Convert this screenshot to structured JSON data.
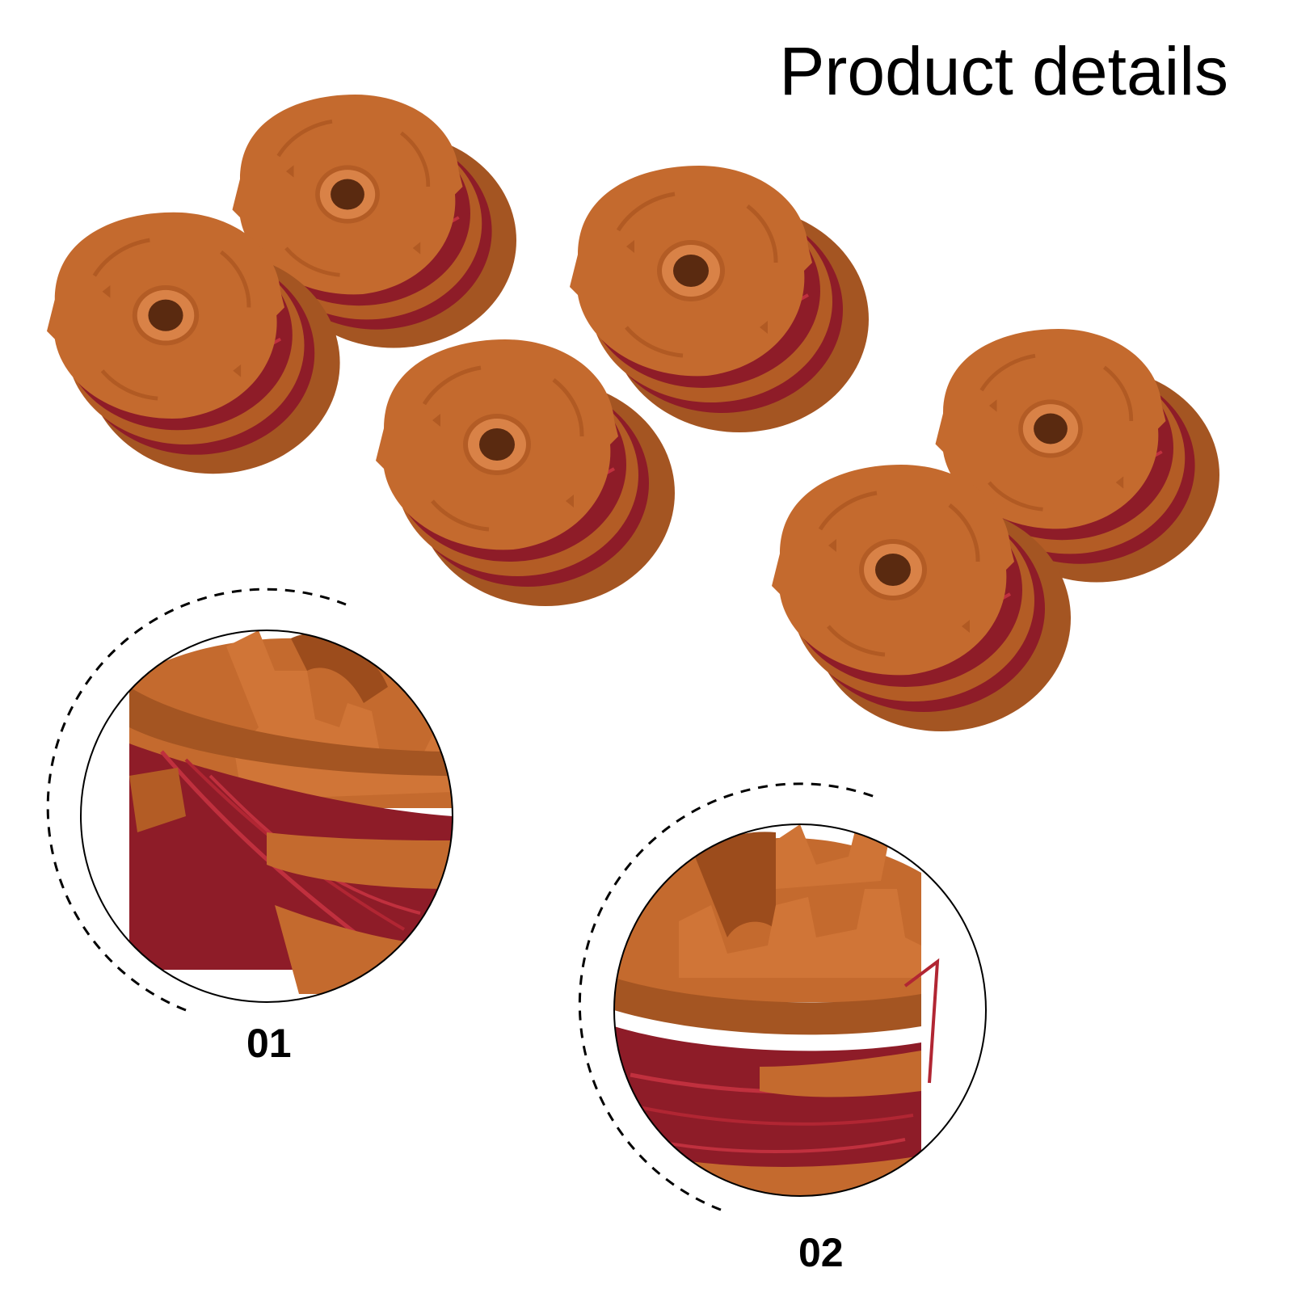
{
  "header": {
    "title": "Product details"
  },
  "colors": {
    "spool": "#c46a2e",
    "spool_dark": "#a45522",
    "spool_light": "#d98247",
    "line": "#a31f2c",
    "line_dark": "#7e1520",
    "hole": "#5a2a10"
  },
  "products": {
    "item_count": 6,
    "item_name": "trimmer-spool-with-line"
  },
  "detail_views": [
    {
      "label": "01"
    },
    {
      "label": "02"
    }
  ]
}
